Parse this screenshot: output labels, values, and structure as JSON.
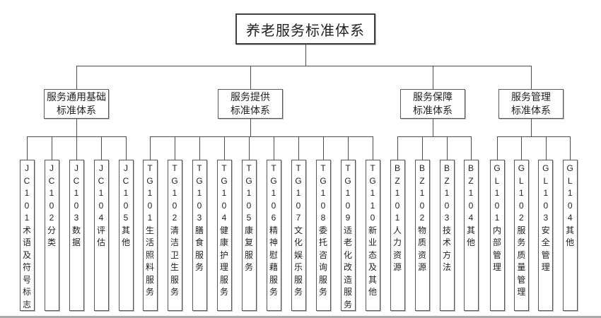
{
  "diagram": {
    "root": {
      "label": "养老服务标准体系"
    },
    "branches": [
      {
        "label_lines": [
          "服务通用基础",
          "标准体系"
        ],
        "children": [
          {
            "code": "JC101",
            "label": "术语及符号标志"
          },
          {
            "code": "JC102",
            "label": "分类"
          },
          {
            "code": "JC103",
            "label": "数据"
          },
          {
            "code": "JC104",
            "label": "评估"
          },
          {
            "code": "JC105",
            "label": "其他"
          }
        ]
      },
      {
        "label_lines": [
          "服务提供",
          "标准体系"
        ],
        "children": [
          {
            "code": "TG101",
            "label": "生活照料服务"
          },
          {
            "code": "TG102",
            "label": "清洁卫生服务"
          },
          {
            "code": "TG103",
            "label": "膳食服务"
          },
          {
            "code": "TG104",
            "label": "健康护理服务"
          },
          {
            "code": "TG105",
            "label": "康复服务"
          },
          {
            "code": "TG106",
            "label": "精神慰藉服务"
          },
          {
            "code": "TG107",
            "label": "文化娱乐服务"
          },
          {
            "code": "TG108",
            "label": "委托咨询服务"
          },
          {
            "code": "TG109",
            "label": "适老化改造服务"
          },
          {
            "code": "TG110",
            "label": "新业态及其他"
          }
        ]
      },
      {
        "label_lines": [
          "服务保障",
          "标准体系"
        ],
        "children": [
          {
            "code": "BZ101",
            "label": "人力资源"
          },
          {
            "code": "BZ102",
            "label": "物质资源"
          },
          {
            "code": "BZ103",
            "label": "技术方法"
          },
          {
            "code": "BZ104",
            "label": "其他"
          }
        ]
      },
      {
        "label_lines": [
          "服务管理",
          "标准体系"
        ],
        "children": [
          {
            "code": "GL101",
            "label": "内部管理"
          },
          {
            "code": "GL102",
            "label": "服务质量管理"
          },
          {
            "code": "GL103",
            "label": "安全管理"
          },
          {
            "code": "GL104",
            "label": "其他"
          }
        ]
      }
    ]
  },
  "colors": {
    "line": "#4d4d4d",
    "box_border": "#595959",
    "text": "#1f1f1f",
    "background": "#ffffff",
    "bottom_edge": "#ababab"
  }
}
